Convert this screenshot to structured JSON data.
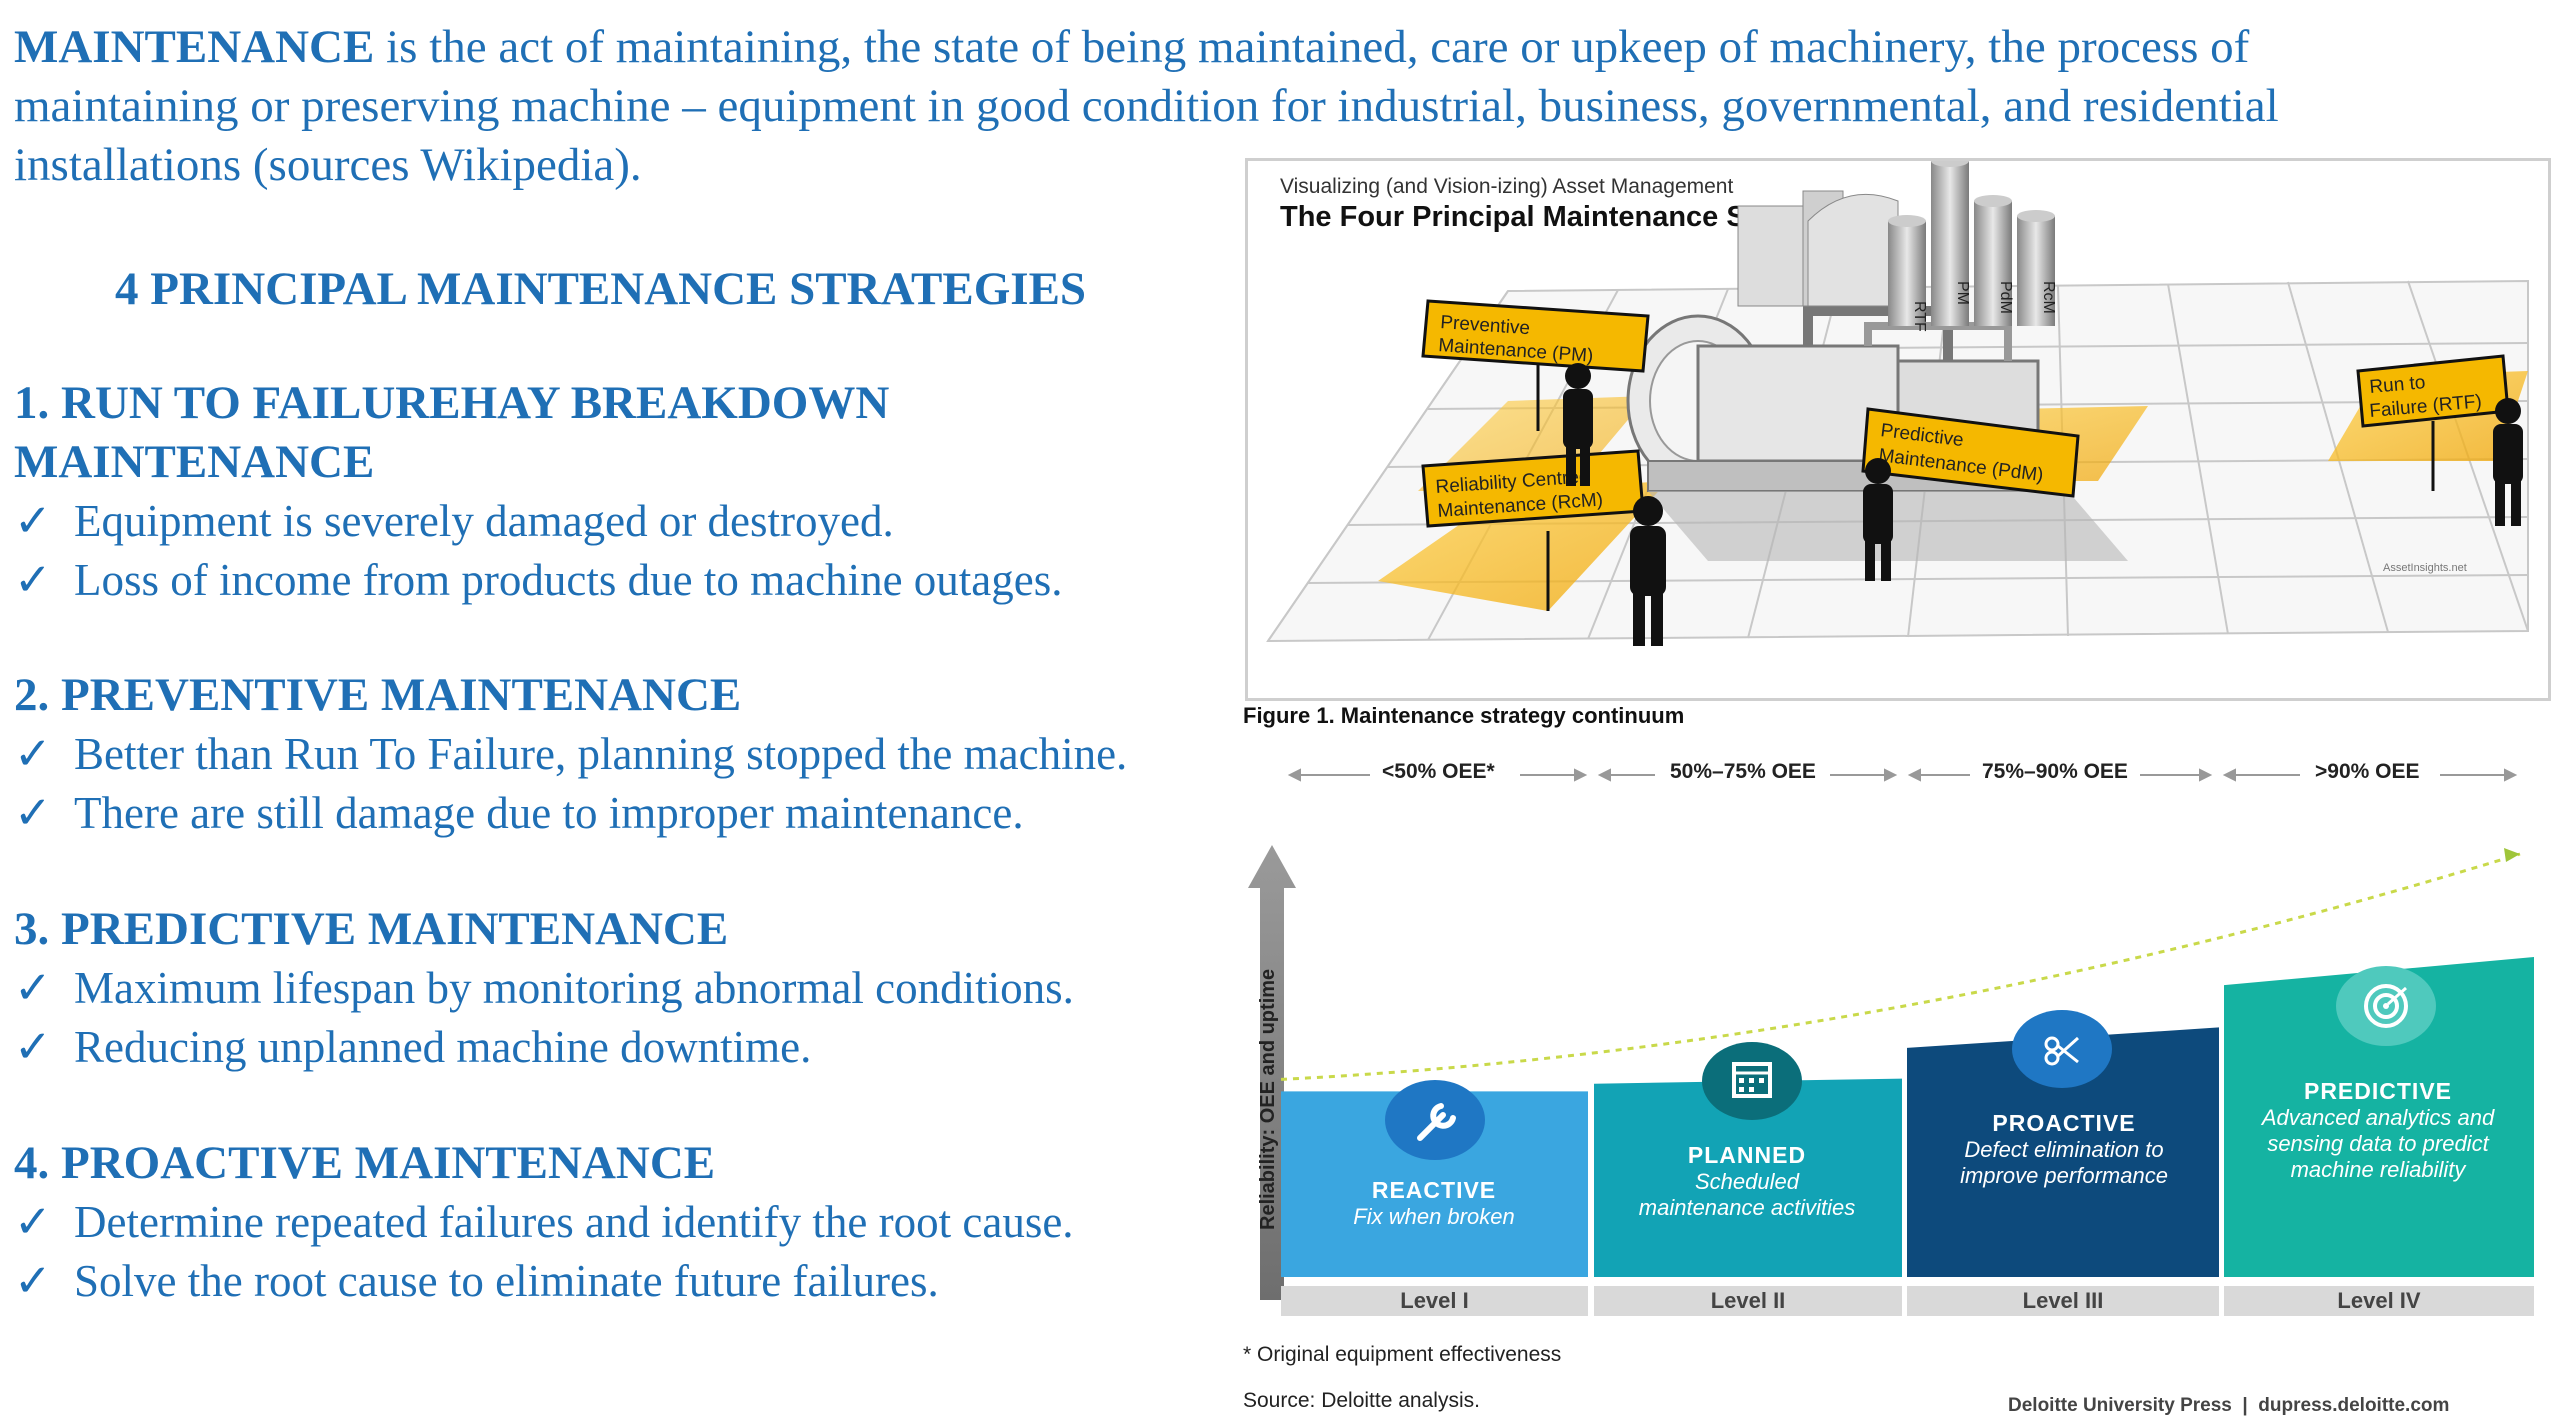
{
  "intro": {
    "term": "MAINTENANCE",
    "line1_rest": " is the act of maintaining, the state of being maintained, care or upkeep of machinery, the process of",
    "line2": "maintaining or preserving machine – equipment in good condition for industrial, business, governmental, and residential",
    "line3": "installations (sources Wikipedia)."
  },
  "heading": "4 PRINCIPAL MAINTENANCE STRATEGIES",
  "check": "✓",
  "sections": [
    {
      "title_line1": "1. RUN TO FAILUREHAY BREAKDOWN",
      "title_line2": "MAINTENANCE",
      "points": [
        "Equipment is severely damaged or destroyed.",
        "Loss of income from products due to machine outages."
      ]
    },
    {
      "title_line1": "2. PREVENTIVE MAINTENANCE",
      "points": [
        "Better than Run To Failure, planning stopped the machine.",
        "There are still damage due to improper maintenance."
      ]
    },
    {
      "title_line1": "3. PREDICTIVE MAINTENANCE",
      "points": [
        "Maximum lifespan by monitoring abnormal conditions.",
        "Reducing unplanned machine downtime."
      ]
    },
    {
      "title_line1": "4. PROACTIVE MAINTENANCE",
      "points": [
        "Determine repeated failures and identify the root cause.",
        "Solve the root cause to eliminate future failures."
      ]
    }
  ],
  "figure_top": {
    "subtitle": "Visualizing (and Vision-izing) Asset Management",
    "title": "The Four Principal Maintenance Strategies",
    "signs": {
      "pm": [
        "Preventive",
        "Maintenance (PM)"
      ],
      "rcm": [
        "Reliability Centred",
        "Maintenance (RcM)"
      ],
      "pdm": [
        "Predictive",
        "Maintenance (PdM)"
      ],
      "rtf": [
        "Run to",
        "Failure (RTF)"
      ]
    },
    "cylinders": [
      "RTF",
      "PM",
      "PdM",
      "RcM"
    ],
    "credit": "AssetInsights.net"
  },
  "figure_caption": "Figure 1. Maintenance strategy continuum",
  "oee": [
    "<50% OEE*",
    "50%–75% OEE",
    "75%–90% OEE",
    ">90% OEE"
  ],
  "y_axis": "Reliability: OEE and uptime",
  "levels": [
    {
      "title": "REACTIVE",
      "desc": [
        "Fix when broken"
      ],
      "label": "Level I",
      "color": "#3aa6e0",
      "reliability": 0.58
    },
    {
      "title": "PLANNED",
      "desc": [
        "Scheduled",
        "maintenance activities"
      ],
      "label": "Level II",
      "color": "#12a3b5",
      "reliability": 0.62
    },
    {
      "title": "PROACTIVE",
      "desc": [
        "Defect elimination to",
        "improve performance"
      ],
      "label": "Level III",
      "color": "#0d4a7c",
      "reliability": 0.78
    },
    {
      "title": "PREDICTIVE",
      "desc": [
        "Advanced analytics and",
        "sensing data to predict",
        "machine reliability"
      ],
      "label": "Level IV",
      "color": "#15b3a2",
      "reliability": 1.0
    }
  ],
  "footnote": "* Original equipment effectiveness",
  "source": "Source: Deloitte analysis.",
  "publisher": "Deloitte University Press  |  dupress.deloitte.com"
}
